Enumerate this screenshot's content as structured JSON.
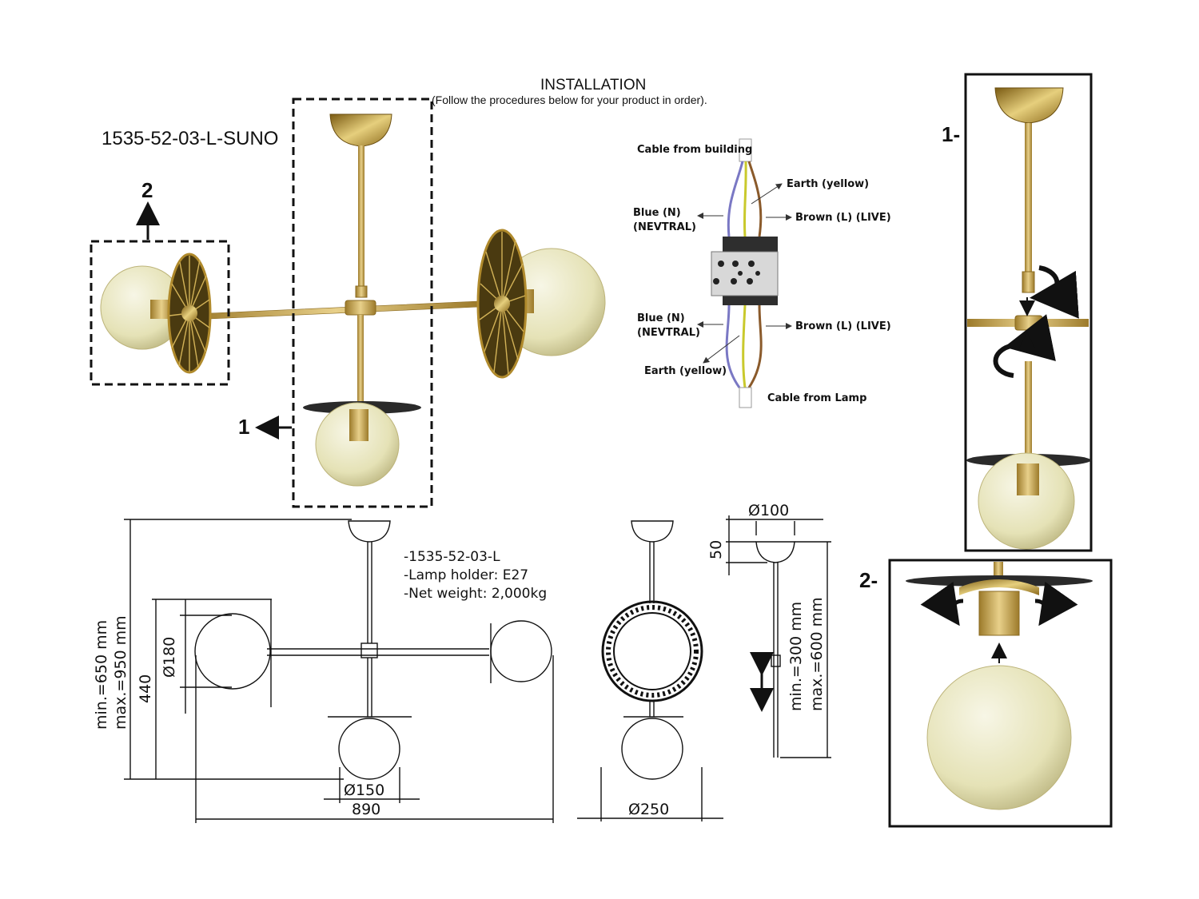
{
  "header": {
    "title": "INSTALLATION",
    "subtitle": "(Follow the procedures below for your product in order)."
  },
  "product": {
    "model_label": "1535-52-03-L-SUNO"
  },
  "callouts": {
    "detail_1": "1",
    "detail_2": "2"
  },
  "steps": {
    "step_1": "1-",
    "step_2": "2-"
  },
  "wiring": {
    "cable_from_building": "Cable from building",
    "earth_top": "Earth (yellow)",
    "blue_top_line1": "Blue (N)",
    "blue_top_line2": "(NEVTRAL)",
    "brown_top": "Brown (L) (LIVE)",
    "blue_bottom_line1": "Blue (N)",
    "blue_bottom_line2": "(NEVTRAL)",
    "brown_bottom": "Brown (L) (LIVE)",
    "earth_bottom": "Earth (yellow)",
    "cable_from_lamp": "Cable from Lamp",
    "colors": {
      "blue": "#7a78c4",
      "brown": "#8a5a2b",
      "yellow": "#c9c92c"
    }
  },
  "specs": {
    "line1": "-1535-52-03-L",
    "line2": "-Lamp holder: E27",
    "line3": "-Net weight: 2,000kg"
  },
  "dimensions": {
    "globe_diameter_side": "Ø180",
    "globe_diameter_bottom": "Ø150",
    "total_width": "890",
    "arm_height": "440",
    "height_min": "min.=650 mm",
    "height_max": "max.=950 mm",
    "side_diameter": "Ø250",
    "canopy_diameter": "Ø100",
    "canopy_height": "50",
    "rod_min": "min.=300 mm",
    "rod_max": "max.=600 mm"
  },
  "colors": {
    "brass": "#b08a2c",
    "brass_light": "#e3c877",
    "glass": "#e9e7bf",
    "dash": "#111111"
  }
}
